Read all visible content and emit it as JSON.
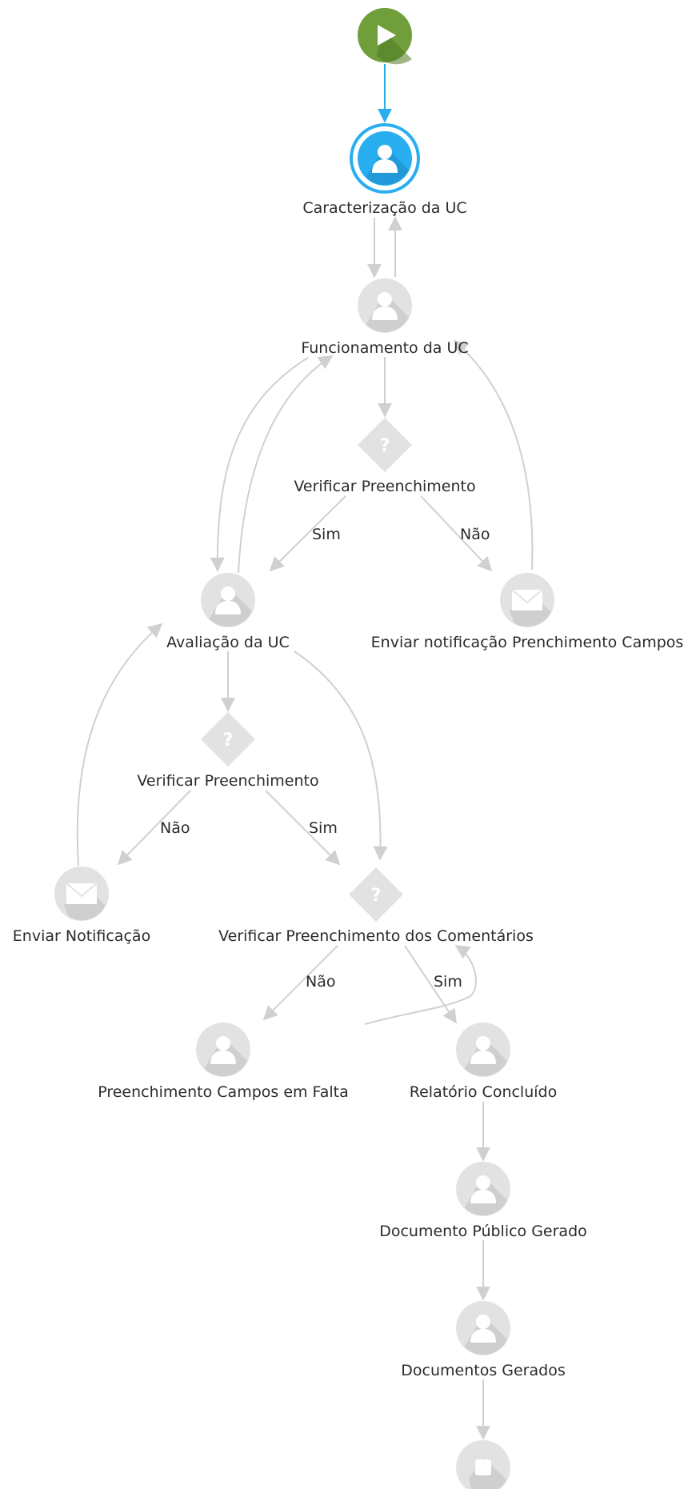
{
  "colors": {
    "start": "#6f9e3a",
    "start_shadow": "#4f7a26",
    "active_fill": "#29aef0",
    "active_ring": "#1fa0e6",
    "inactive_fill": "#e2e2e2",
    "inactive_shadow": "#cfcfcf",
    "icon_white": "#ffffff",
    "gateway_fill": "#e2e2e2",
    "edge": "#d0d0d0",
    "edge_active": "#29aef0"
  },
  "nodes": {
    "start": {
      "type": "start-event",
      "icon": "play-icon"
    },
    "caracterizacao": {
      "label": "Caracterização da UC",
      "type": "user-task",
      "state": "active",
      "icon": "user-icon"
    },
    "funcionamento": {
      "label": "Funcionamento da UC",
      "type": "user-task",
      "icon": "user-icon"
    },
    "verificar1": {
      "label": "Verificar Preenchimento",
      "type": "gateway",
      "icon": "question-icon"
    },
    "avaliacao": {
      "label": "Avaliação da UC",
      "type": "user-task",
      "icon": "user-icon"
    },
    "enviar_campos": {
      "label": "Enviar notificação Prenchimento Campos",
      "type": "send-task",
      "icon": "envelope-icon"
    },
    "verificar2": {
      "label": "Verificar Preenchimento",
      "type": "gateway",
      "icon": "question-icon"
    },
    "enviar_notificacao": {
      "label": "Enviar Notificação",
      "type": "send-task",
      "icon": "envelope-icon"
    },
    "verificar_comentarios": {
      "label": "Verificar Preenchimento dos Comentários",
      "type": "gateway",
      "icon": "question-icon"
    },
    "campos_falta": {
      "label": "Preenchimento Campos em Falta",
      "type": "user-task",
      "icon": "user-icon"
    },
    "relatorio": {
      "label": "Relatório Concluído",
      "type": "user-task",
      "icon": "user-icon"
    },
    "doc_publico": {
      "label": "Documento Público Gerado",
      "type": "user-task",
      "icon": "user-icon"
    },
    "docs_gerados": {
      "label": "Documentos Gerados",
      "type": "user-task",
      "icon": "user-icon"
    },
    "end": {
      "type": "end-event",
      "icon": "stop-icon"
    }
  },
  "edge_labels": {
    "v1_sim": "Sim",
    "v1_nao": "Não",
    "v2_nao": "Não",
    "v2_sim": "Sim",
    "vc_nao": "Não",
    "vc_sim": "Sim"
  }
}
